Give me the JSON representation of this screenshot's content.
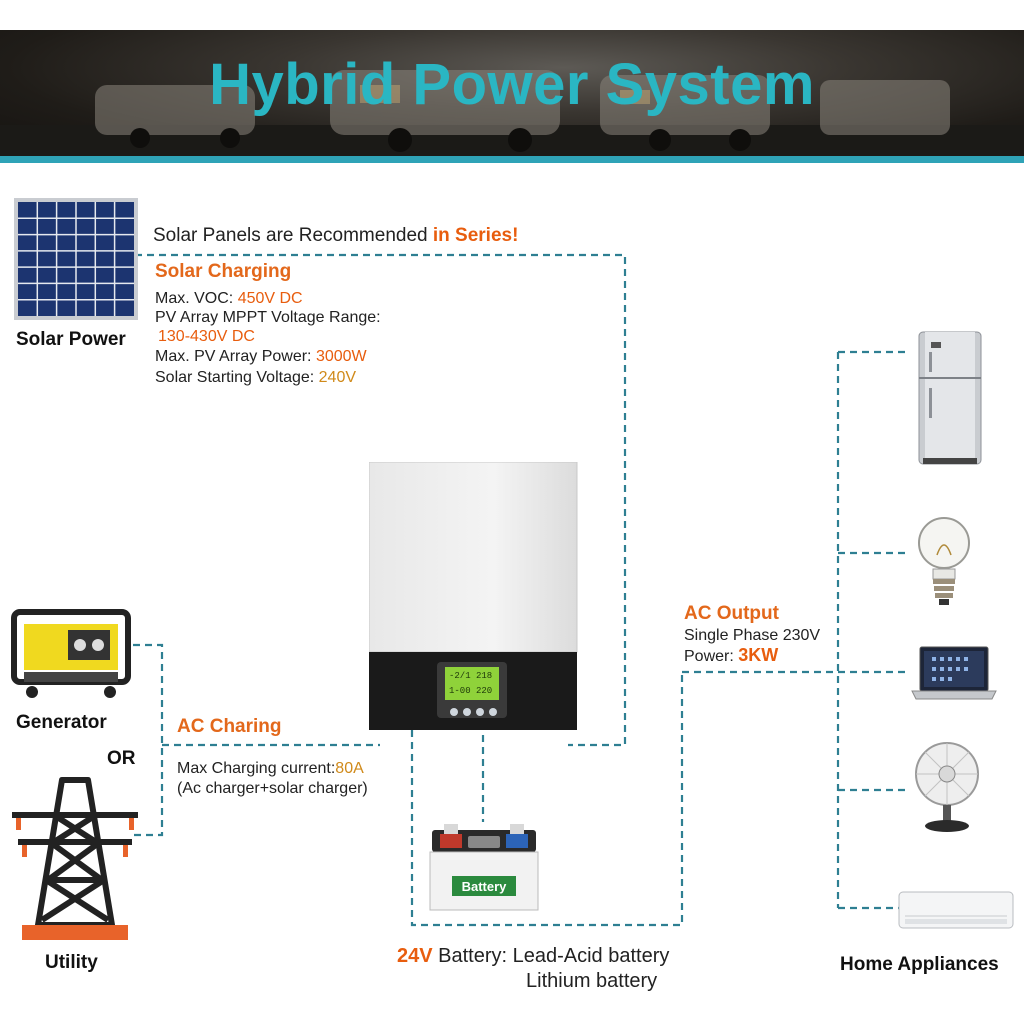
{
  "title": "Hybrid Power System",
  "colors": {
    "accent_teal": "#2ab6c3",
    "highlight_orange": "#e85d0e",
    "wire": "#2e7f92"
  },
  "solar": {
    "label": "Solar Power",
    "recommend_prefix": "Solar Panels are Recommended ",
    "recommend_highlight": "in Series!",
    "heading": "Solar Charging",
    "max_voc_label": "Max. VOC: ",
    "max_voc_value": "450V DC",
    "mppt_label": "PV Array MPPT Voltage Range:",
    "mppt_value": "130-430V DC",
    "max_power_label": "Max. PV Array Power: ",
    "max_power_value": "3000W",
    "start_label": "Solar Starting Voltage: ",
    "start_value": "240V"
  },
  "ac_charging": {
    "heading": "AC Charing",
    "current_label": "Max Charging current:",
    "current_value": "80A",
    "note": "(Ac charger+solar charger)"
  },
  "sources": {
    "generator": "Generator",
    "or": "OR",
    "utility": "Utility"
  },
  "battery": {
    "sticker": "Battery",
    "voltage": "24V",
    "type_label": " Battery: Lead-Acid battery",
    "type_alt": "Lithium battery"
  },
  "ac_output": {
    "heading": "AC Output",
    "phase": "Single Phase 230V",
    "power_label": "Power: ",
    "power_value": "3KW"
  },
  "appliances": {
    "label": "Home Appliances",
    "items": [
      "fridge-icon",
      "light-bulb-icon",
      "laptop-icon",
      "fan-icon",
      "air-conditioner-icon"
    ]
  },
  "inverter_lcd": {
    "line1": "-2/1 218",
    "line2": "1-00 220"
  }
}
